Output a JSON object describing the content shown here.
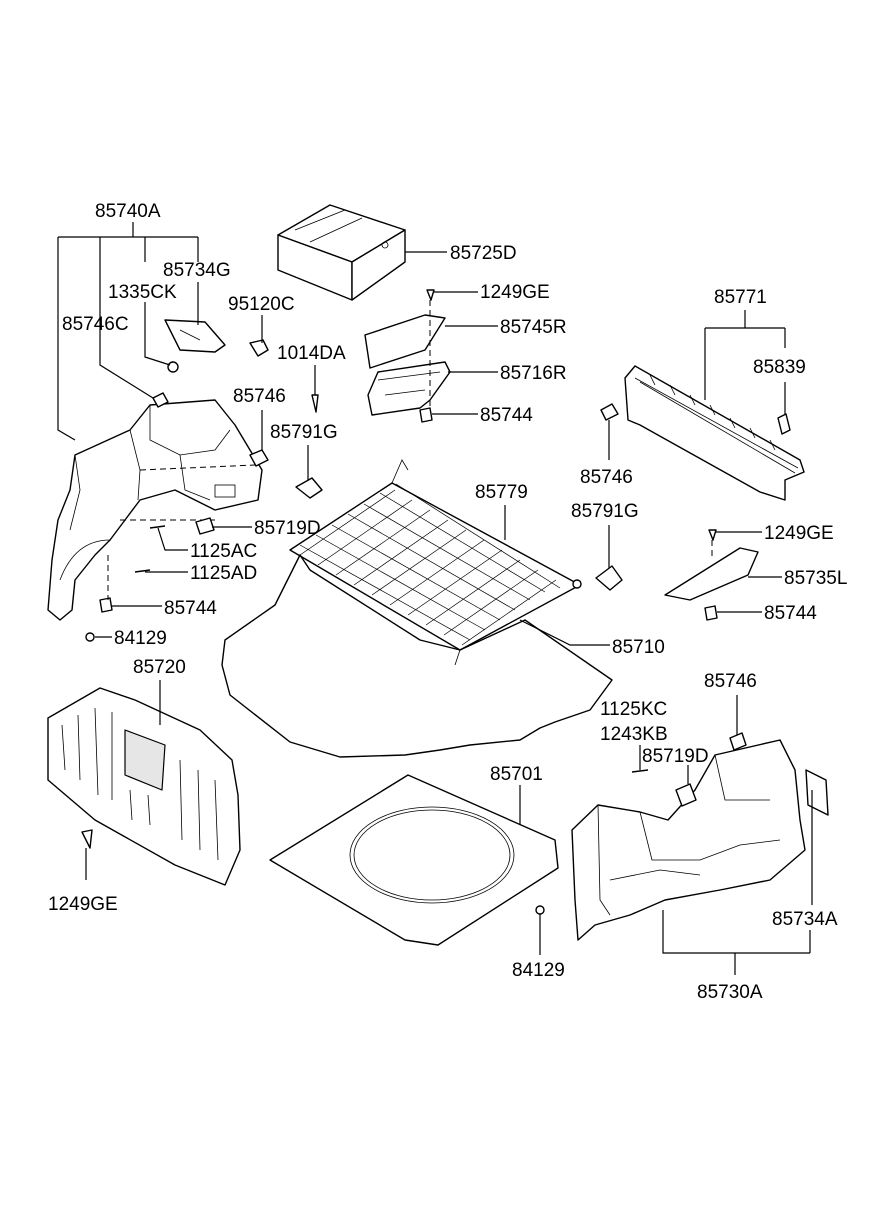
{
  "labels": {
    "p85740A": "85740A",
    "p85734G": "85734G",
    "p1335CK": "1335CK",
    "p85746C": "85746C",
    "p95120C": "95120C",
    "p85725D": "85725D",
    "p1249GE_a": "1249GE",
    "p85745R": "85745R",
    "p85716R": "85716R",
    "p85744_a": "85744",
    "p1014DA": "1014DA",
    "p85746_a": "85746",
    "p85791G_a": "85791G",
    "p85771": "85771",
    "p85839": "85839",
    "p85746_b": "85746",
    "p85779": "85779",
    "p85791G_b": "85791G",
    "p85719D_a": "85719D",
    "p1125AC": "1125AC",
    "p1125AD": "1125AD",
    "p85744_b": "85744",
    "p1249GE_b": "1249GE",
    "p85735L": "85735L",
    "p85744_c": "85744",
    "p84129_a": "84129",
    "p85720": "85720",
    "p85710": "85710",
    "p85746_c": "85746",
    "p1125KC": "1125KC",
    "p1243KB": "1243KB",
    "p85719D_b": "85719D",
    "p85701": "85701",
    "p1249GE_c": "1249GE",
    "p85734A": "85734A",
    "p84129_b": "84129",
    "p85730A": "85730A"
  }
}
